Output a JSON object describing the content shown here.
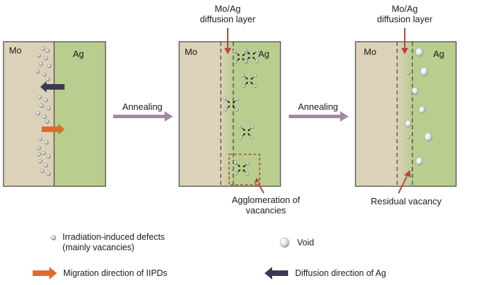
{
  "panels": {
    "left": {
      "mo": "Mo",
      "ag": "Ag"
    },
    "middle": {
      "mo": "Mo",
      "ag": "Ag",
      "layer_title_1": "Mo/Ag",
      "layer_title_2": "diffusion layer",
      "annotation_1": "Agglomeration of",
      "annotation_2": "vacancies"
    },
    "right": {
      "mo": "Mo",
      "ag": "Ag",
      "layer_title_1": "Mo/Ag",
      "layer_title_2": "diffusion layer",
      "annotation": "Residual vacancy"
    }
  },
  "steps": {
    "first": "Annealing",
    "second": "Annealing"
  },
  "legend": {
    "defects_1": "Irradiation-induced defects",
    "defects_2": "(mainly vacancies)",
    "void": "Void",
    "migration": "Migration direction of IIPDs",
    "diffusion": "Diffusion direction of Ag"
  },
  "colors": {
    "mo_region": "#dcd1b9",
    "ag_region": "#b9cd8f",
    "annealing_arrow": "#a587a3",
    "migration_arrow": "#e06a2c",
    "diffusion_arrow": "#3b3a55",
    "pointer_arrow": "#b8463a",
    "dashed_box": "#a0372c"
  }
}
